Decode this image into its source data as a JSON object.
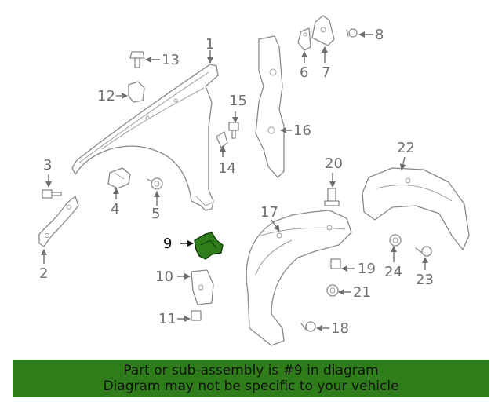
{
  "callouts": [
    "1",
    "2",
    "3",
    "4",
    "5",
    "6",
    "7",
    "8",
    "9",
    "10",
    "11",
    "12",
    "13",
    "14",
    "15",
    "16",
    "17",
    "18",
    "19",
    "20",
    "21",
    "22",
    "23",
    "24"
  ],
  "highlight": {
    "part_number": "9",
    "color": "#2e7d1a",
    "banner_color": "#2e7d1a"
  },
  "banner": {
    "line1": "Part or sub-assembly is #9 in diagram",
    "line2": "Diagram may not be specific to your vehicle"
  }
}
